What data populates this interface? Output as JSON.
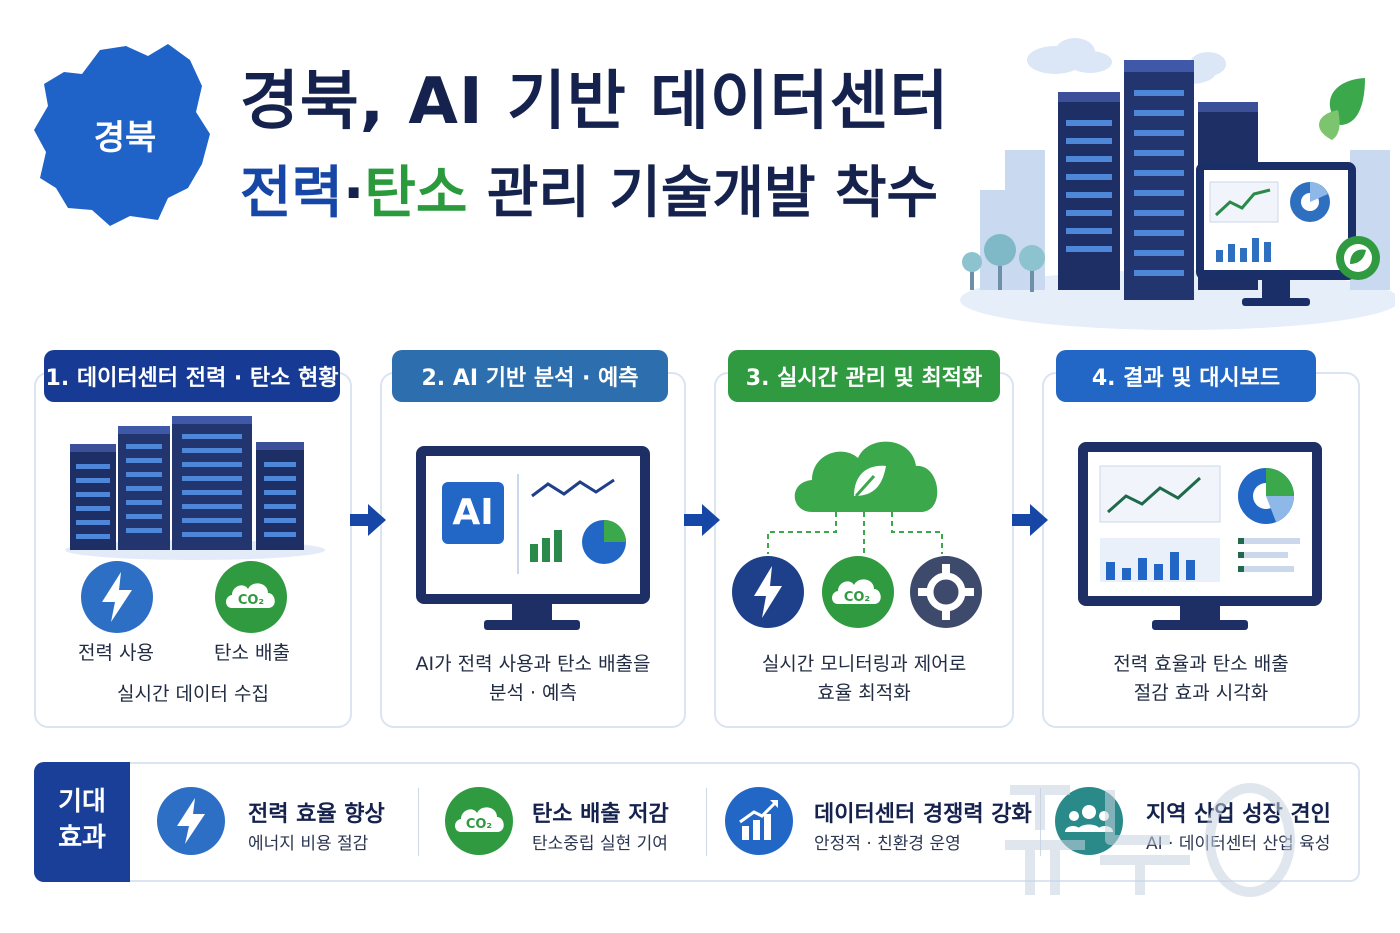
{
  "header": {
    "region": "경북",
    "title_line1": "경북, AI 기반 데이터센터",
    "title_power": "전력",
    "title_dot": "·",
    "title_carbon": "탄소",
    "title_rest": "관리 기술개발 착수"
  },
  "steps": [
    {
      "label": "1. 데이터센터 전력 · 탄소 현황",
      "icon_a": "전력 사용",
      "icon_b": "탄소 배출",
      "desc": [
        "실시간 데이터 수집"
      ]
    },
    {
      "label": "2. AI 기반 분석 · 예측",
      "screen_badge": "AI",
      "desc": [
        "AI가 전력 사용과 탄소 배출을",
        "분석 · 예측"
      ]
    },
    {
      "label": "3. 실시간 관리 및 최적화",
      "desc": [
        "실시간 모니터링과 제어로",
        "효율 최적화"
      ]
    },
    {
      "label": "4. 결과 및 대시보드",
      "desc": [
        "전력 효율과 탄소 배출",
        "절감 효과 시각화"
      ]
    }
  ],
  "co2_text": "CO₂",
  "benefits": {
    "tag_line1": "기대",
    "tag_line2": "효과",
    "items": [
      {
        "title": "전력 효율 향상",
        "sub": "에너지 비용 절감",
        "icon": "lightning-icon"
      },
      {
        "title": "탄소 배출 저감",
        "sub": "탄소중립 실현 기여",
        "icon": "co2-cloud-icon"
      },
      {
        "title": "데이터센터 경쟁력 강화",
        "sub": "안정적 · 친환경 운영",
        "icon": "growth-chart-icon"
      },
      {
        "title": "지역 산업 성장 견인",
        "sub": "AI · 데이터센터 산업 육성",
        "icon": "people-group-icon"
      }
    ]
  },
  "colors": {
    "navy": "#173b94",
    "blue": "#2367c6",
    "teal": "#2d6fae",
    "green": "#2f9a3f"
  }
}
